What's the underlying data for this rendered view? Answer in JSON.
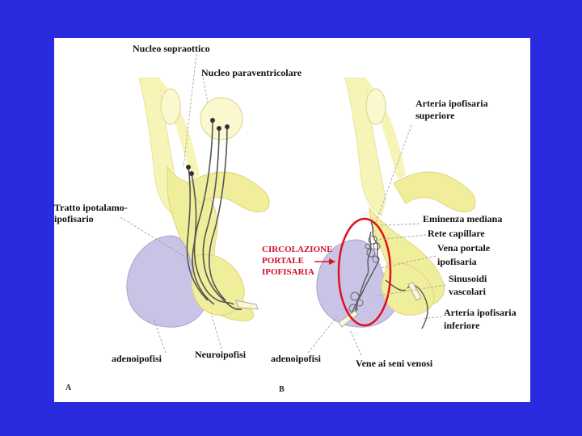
{
  "colors": {
    "background": "#2a2adf",
    "slide": "#ffffff",
    "hypothalamus": "#f7f4b8",
    "tract": "#f1ee9b",
    "adenohypophysis": "#c9c3e6",
    "highlight": "#e01020"
  },
  "panel_a": {
    "letter": "A",
    "labels": {
      "nucleo_sopraottico": "Nucleo sopraottico",
      "nucleo_paraventricolare": "Nucleo paraventricolare",
      "tratto_line1": "Tratto ipotalamo-",
      "tratto_line2": "ipofisario",
      "adenoipofisi": "adenoipofisi",
      "neuroipofisi": "Neuroipofisi"
    }
  },
  "panel_b": {
    "letter": "B",
    "labels": {
      "arteria_sup_line1": "Arteria ipofisaria",
      "arteria_sup_line2": "superiore",
      "eminenza": "Eminenza mediana",
      "rete": "Rete capillare",
      "vena_line1": "Vena portale",
      "vena_line2": "ipofisaria",
      "sinusoidi_line1": "Sinusoidi",
      "sinusoidi_line2": "vascolari",
      "arteria_inf_line1": "Arteria ipofisaria",
      "arteria_inf_line2": "inferiore",
      "adenoipofisi": "adenoipofisi",
      "vene": "Vene ai seni venosi"
    },
    "callout": {
      "line1": "CIRCOLAZIONE",
      "line2": "PORTALE",
      "line3": "IPOFISARIA"
    }
  }
}
